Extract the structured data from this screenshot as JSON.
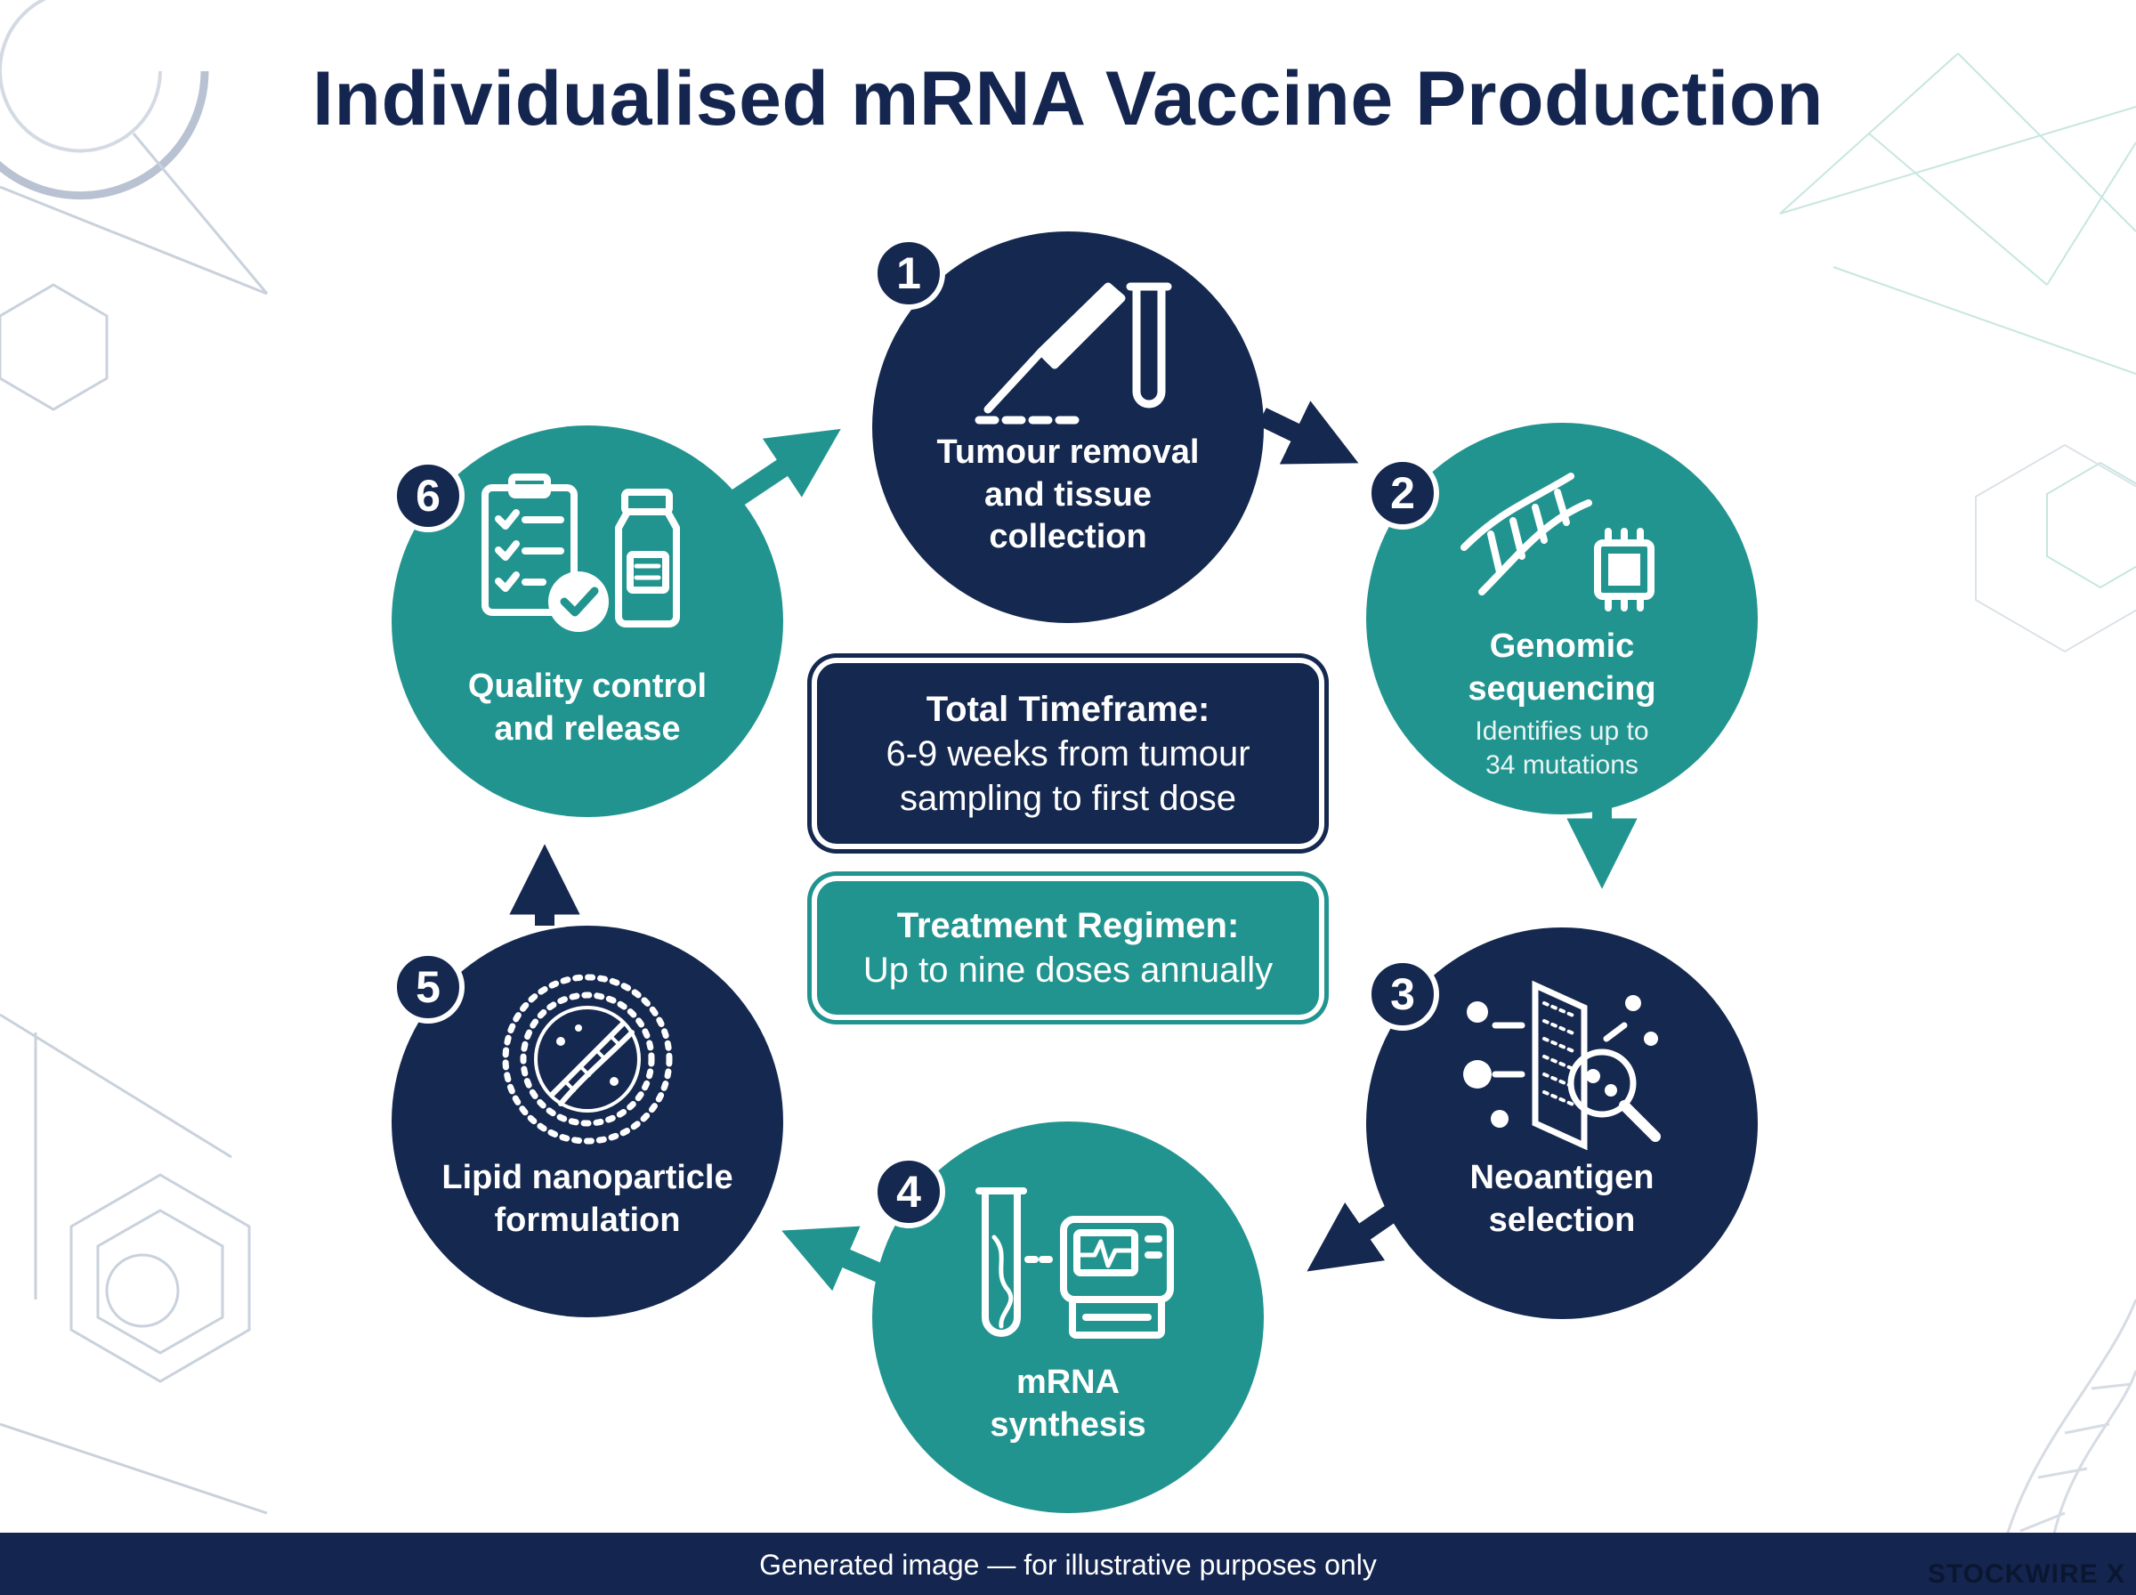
{
  "title": "Individualised mRNA Vaccine Production",
  "colors": {
    "navy": "#15284f",
    "teal": "#22948f",
    "background": "#ffffff"
  },
  "steps": [
    {
      "number": "1",
      "label": "Tumour removal\nand tissue\ncollection",
      "color": "navy",
      "icon": "scalpel-and-test-tube-icon"
    },
    {
      "number": "2",
      "label": "Genomic\nsequencing",
      "sublabel": "Identifies up to\n34 mutations",
      "color": "teal",
      "icon": "dna-and-chip-icon"
    },
    {
      "number": "3",
      "label": "Neoantigen\nselection",
      "color": "navy",
      "icon": "filter-magnifier-icon"
    },
    {
      "number": "4",
      "label": "mRNA\nsynthesis",
      "color": "teal",
      "icon": "test-tube-and-synthesizer-icon"
    },
    {
      "number": "5",
      "label": "Lipid nanoparticle\nformulation",
      "color": "navy",
      "icon": "lipid-nanoparticle-icon"
    },
    {
      "number": "6",
      "label": "Quality control\nand release",
      "color": "teal",
      "icon": "checklist-and-vial-icon"
    }
  ],
  "timeframe": {
    "title": "Total Timeframe:",
    "body": "6-9 weeks from tumour\nsampling to first dose"
  },
  "regimen": {
    "title": "Treatment Regimen:",
    "body": "Up to nine doses annually"
  },
  "footer": {
    "text": "Generated image — for illustrative purposes only",
    "brand": "STOCKWIRE X"
  }
}
